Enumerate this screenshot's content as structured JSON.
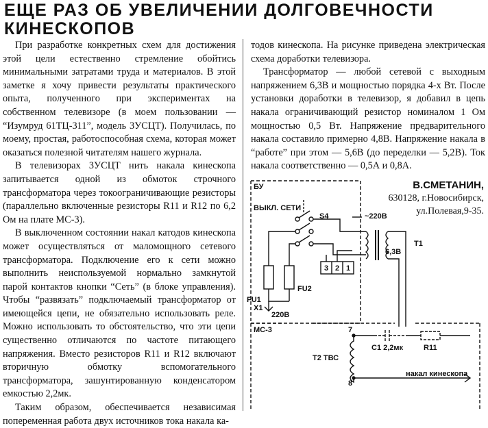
{
  "article": {
    "title": "ЕЩЕ РАЗ ОБ УВЕЛИЧЕНИИ ДОЛГОВЕЧНОСТИ КИНЕСКОПОВ",
    "left_paragraphs": [
      "При разработке конкретных схем для достижения этой цели естественно стремление обойтись минимальными затратами труда и материалов. В этой заметке я хочу привести результаты практического опыта, полученного при экспериментах на собственном телевизоре (в моем пользовании — “Изумруд 61ТЦ-311”, модель 3УСЦТ). Получилась, по моему, простая, работоспособная схема, которая может оказаться полезной читателям нашего журнала.",
      "В телевизорах 3УСЦТ нить накала кинескопа запитывается одной из обмоток строчного трансформатора через токоограничивающие резисторы (параллельно включенные резисторы R11 и R12 по 6,2 Ом на плате МС-3).",
      "В выключенном состоянии накал катодов кинескопа может осуществляться от маломощного сетевого трансформатора. Подключение его к сети можно выполнить неиспользуемой нормально замкнутой парой контактов кнопки “Сеть” (в блоке управления). Чтобы “развязать” подключаемый трансформатор от имеющейся цепи, не обязательно использовать реле. Можно использовать то обстоятельство, что эти цепи существенно отличаются по частоте питающего напряжения. Вместо резисторов R11 и R12 включают вторичную обмотку вспомогательного трансформатора, зашунтированную конденсатором емкостью 2,2мк.",
      "Таким образом, обеспечивается независимая попеременная работа двух источников тока накала ка-"
    ],
    "right_paragraphs": [
      "тодов кинескопа. На рисунке приведена электрическая схема доработки телевизора.",
      "Трансформатор — любой сетевой с выходным напряжением 6,3В и мощностью порядка 4-х Вт. После установки доработки в телевизор, я добавил в цепь накала ограничивающий резистор номиналом 1 Ом мощностью 0,5 Вт. Напряжение предварительного накала составило примерно 4,8В. Напряжение накала в “работе” при этом — 5,6В (до переделки — 5,2В). Ток накала соответственно — 0,5А и 0,8А."
    ],
    "signature": {
      "name": "В.СМЕТАНИН,",
      "line1": "630128, г.Новосибирск,",
      "line2": "ул.Полевая,9-35."
    }
  },
  "schematic": {
    "bu": "БУ",
    "switch": "ВЫКЛ. СЕТИ",
    "s4": "S4",
    "v220_top": "~220В",
    "t1": "T1",
    "v63": "6,3В",
    "c1": "3",
    "c2": "2",
    "c3": "1",
    "fu1": "FU1",
    "fu2": "FU2",
    "x1": "X1",
    "v220_bottom": "220В",
    "mc3": "МС-3",
    "pin7": "7",
    "pin8": "8",
    "c1cap": "С1 2,2мк",
    "r11": "R11",
    "t2": "T2 ТВС",
    "heater": "накал кинескопа"
  }
}
